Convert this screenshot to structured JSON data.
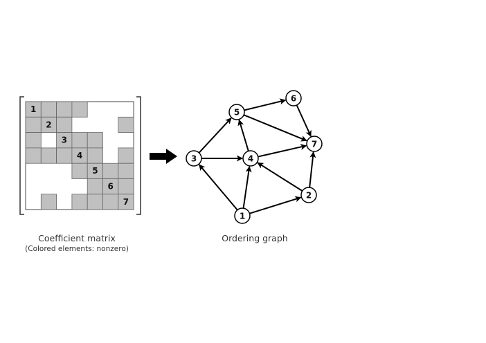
{
  "matrix": {
    "caption": "Coefficient matrix",
    "subcaption": "(Colored elements: nonzero)",
    "size": 7,
    "diagonal_labels": [
      "1",
      "2",
      "3",
      "4",
      "5",
      "6",
      "7"
    ],
    "rows": [
      "1111000",
      "1110001",
      "1011100",
      "1111101",
      "0001111",
      "0000111",
      "0101111"
    ],
    "nonzero_color": "#c0c0c0",
    "zero_color": "#ffffff",
    "grid_color": "#666666"
  },
  "arrow_color": "#000000",
  "graph": {
    "caption": "Ordering graph",
    "nodes": [
      "1",
      "2",
      "3",
      "4",
      "5",
      "6",
      "7"
    ],
    "edges": [
      [
        "1",
        "3"
      ],
      [
        "1",
        "4"
      ],
      [
        "1",
        "2"
      ],
      [
        "2",
        "4"
      ],
      [
        "2",
        "7"
      ],
      [
        "3",
        "5"
      ],
      [
        "3",
        "4"
      ],
      [
        "4",
        "5"
      ],
      [
        "4",
        "7"
      ],
      [
        "5",
        "6"
      ],
      [
        "5",
        "7"
      ],
      [
        "6",
        "7"
      ]
    ]
  }
}
